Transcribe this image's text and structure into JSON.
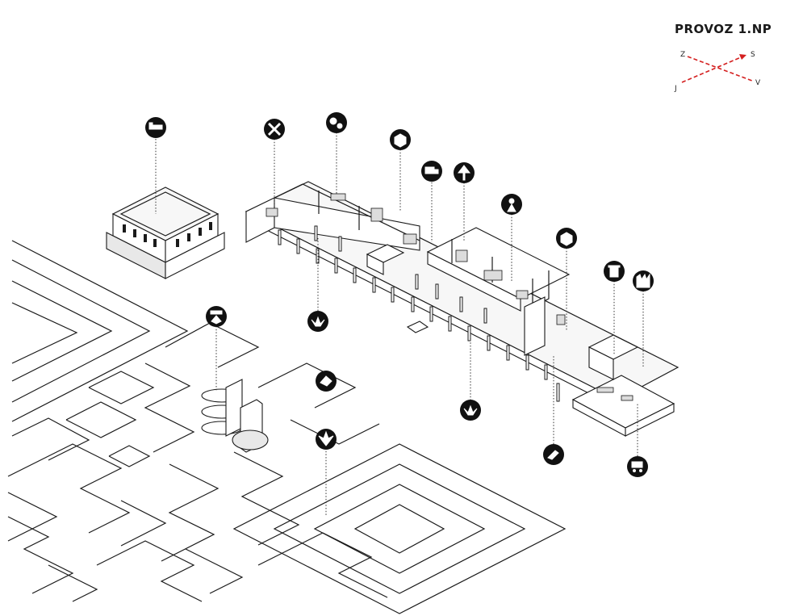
{
  "title": "PROVOZ 1.NP",
  "orientation": {
    "labels": [
      "Z",
      "S",
      "J",
      "V"
    ],
    "arrow_color": "#d42020"
  },
  "icons": [
    {
      "name": "bed-icon"
    },
    {
      "name": "tools-icon"
    },
    {
      "name": "gears-icon"
    },
    {
      "name": "box-storage-icon"
    },
    {
      "name": "truck-icon"
    },
    {
      "name": "crane-icon"
    },
    {
      "name": "chemist-icon"
    },
    {
      "name": "box-storage-icon-2"
    },
    {
      "name": "trash-icon"
    },
    {
      "name": "factory-icon"
    },
    {
      "name": "cannabis-light-icon"
    },
    {
      "name": "drying-icon"
    },
    {
      "name": "cannabis-hand-icon"
    },
    {
      "name": "cannabis-leaf-icon"
    },
    {
      "name": "drying-icon-2"
    },
    {
      "name": "pipe-icon"
    },
    {
      "name": "shopping-cart-icon"
    }
  ]
}
